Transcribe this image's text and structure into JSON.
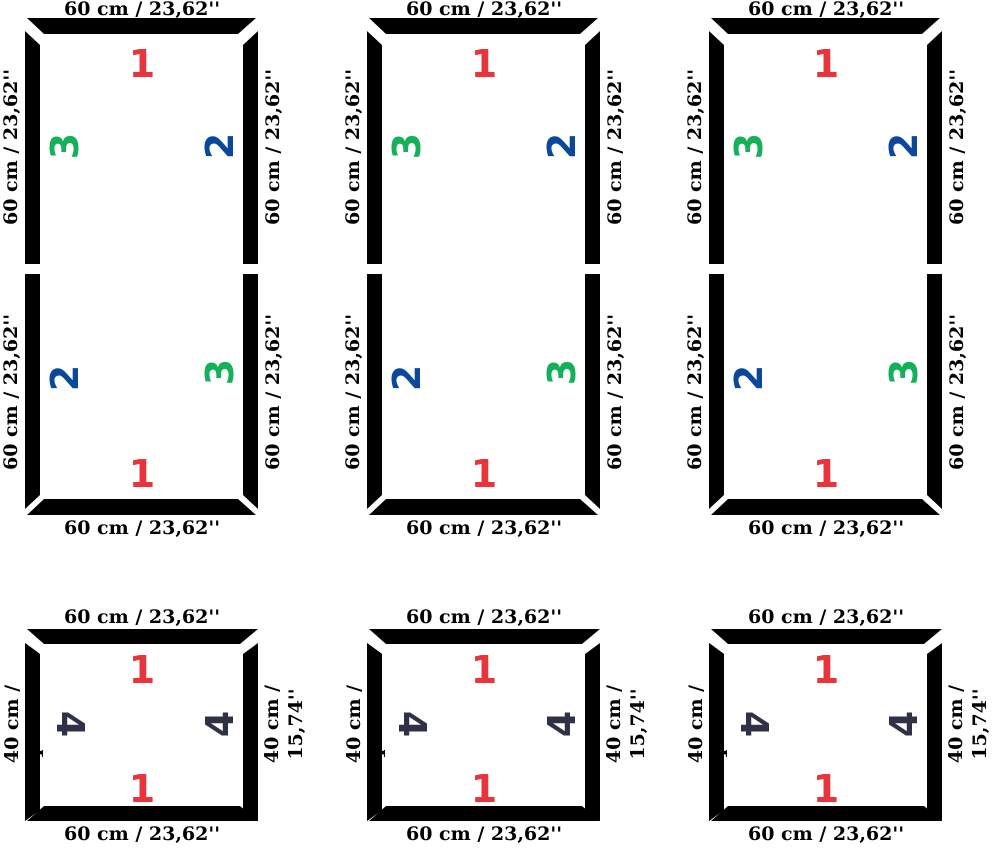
{
  "figure": {
    "tall_label": "60 cm / 23,62''",
    "short_side_label_line1": "40 cm /",
    "short_side_label_line2": "15,74''",
    "colors": {
      "bar": "#000000",
      "num_1": "#e8343b",
      "num_2": "#0b479b",
      "num_3": "#14b15a",
      "num_4": "#2f3246"
    },
    "tall_frames": [
      {
        "numbers": {
          "top": "1",
          "right": "2",
          "left": "3"
        },
        "numbers_lower": {
          "left": "2",
          "right": "3",
          "bottom": "1"
        }
      },
      {
        "numbers": {
          "top": "1",
          "right": "2",
          "left": "3"
        },
        "numbers_lower": {
          "left": "2",
          "right": "3",
          "bottom": "1"
        }
      },
      {
        "numbers": {
          "top": "1",
          "right": "2",
          "left": "3"
        },
        "numbers_lower": {
          "left": "2",
          "right": "3",
          "bottom": "1"
        }
      }
    ],
    "short_frames": [
      {
        "numbers": {
          "top": "1",
          "bottom": "1",
          "left": "4",
          "right": "4"
        }
      },
      {
        "numbers": {
          "top": "1",
          "bottom": "1",
          "left": "4",
          "right": "4"
        }
      },
      {
        "numbers": {
          "top": "1",
          "bottom": "1",
          "left": "4",
          "right": "4"
        }
      }
    ]
  }
}
